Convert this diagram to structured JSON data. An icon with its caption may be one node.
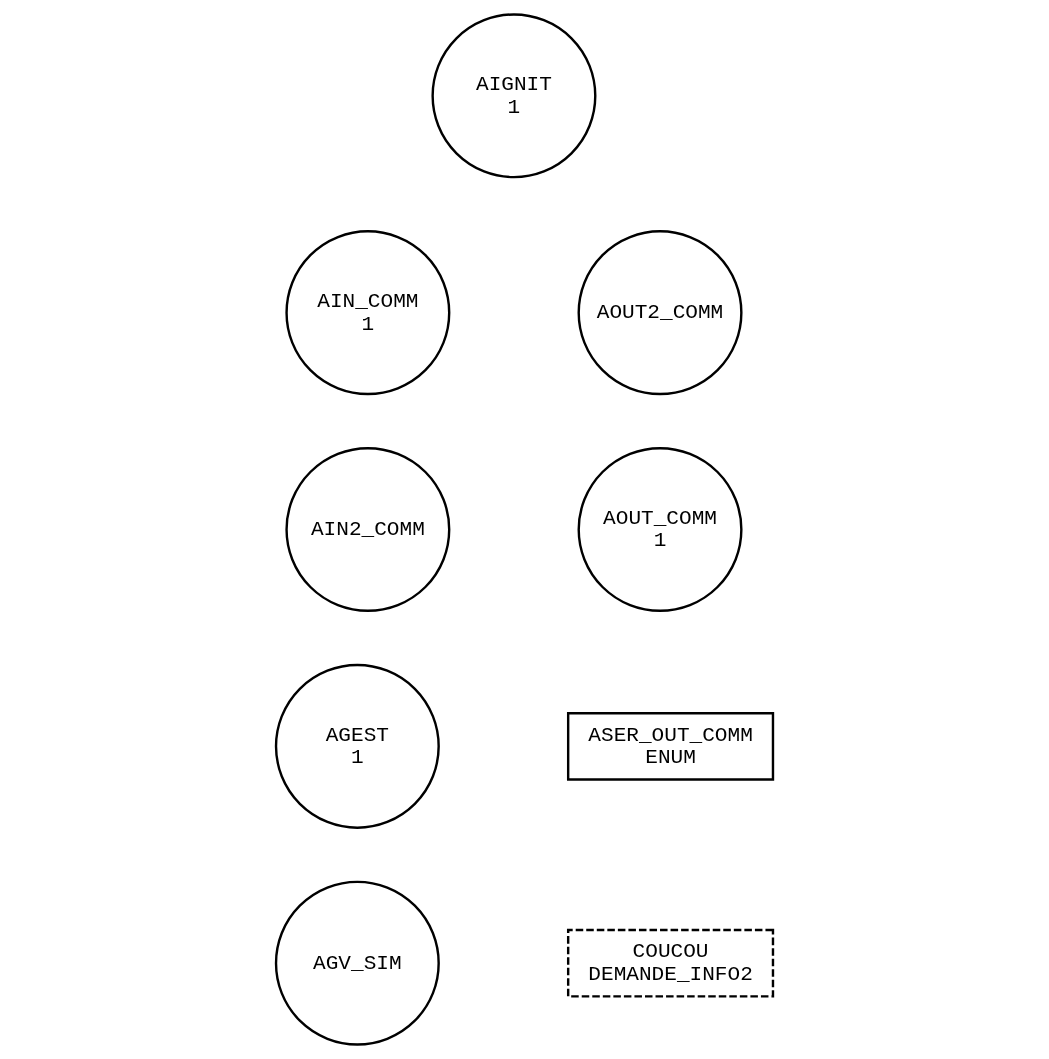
{
  "diagram": {
    "nodes": [
      {
        "text": [
          "AIGNIT",
          "1"
        ]
      },
      {
        "text": [
          "AIN_COMM",
          "1"
        ]
      },
      {
        "text": [
          "AOUT2_COMM"
        ]
      },
      {
        "text": [
          "AIN2_COMM"
        ]
      },
      {
        "text": [
          "AOUT_COMM",
          "1"
        ]
      },
      {
        "text": [
          "ASER_OUT_COMM",
          "ENUM"
        ]
      },
      {
        "text": [
          "AGEST",
          "1"
        ]
      },
      {
        "text": [
          "COUCOU",
          "DEMANDE_INFO2"
        ]
      },
      {
        "text": [
          "AGV_SIM"
        ]
      }
    ],
    "edges": []
  }
}
